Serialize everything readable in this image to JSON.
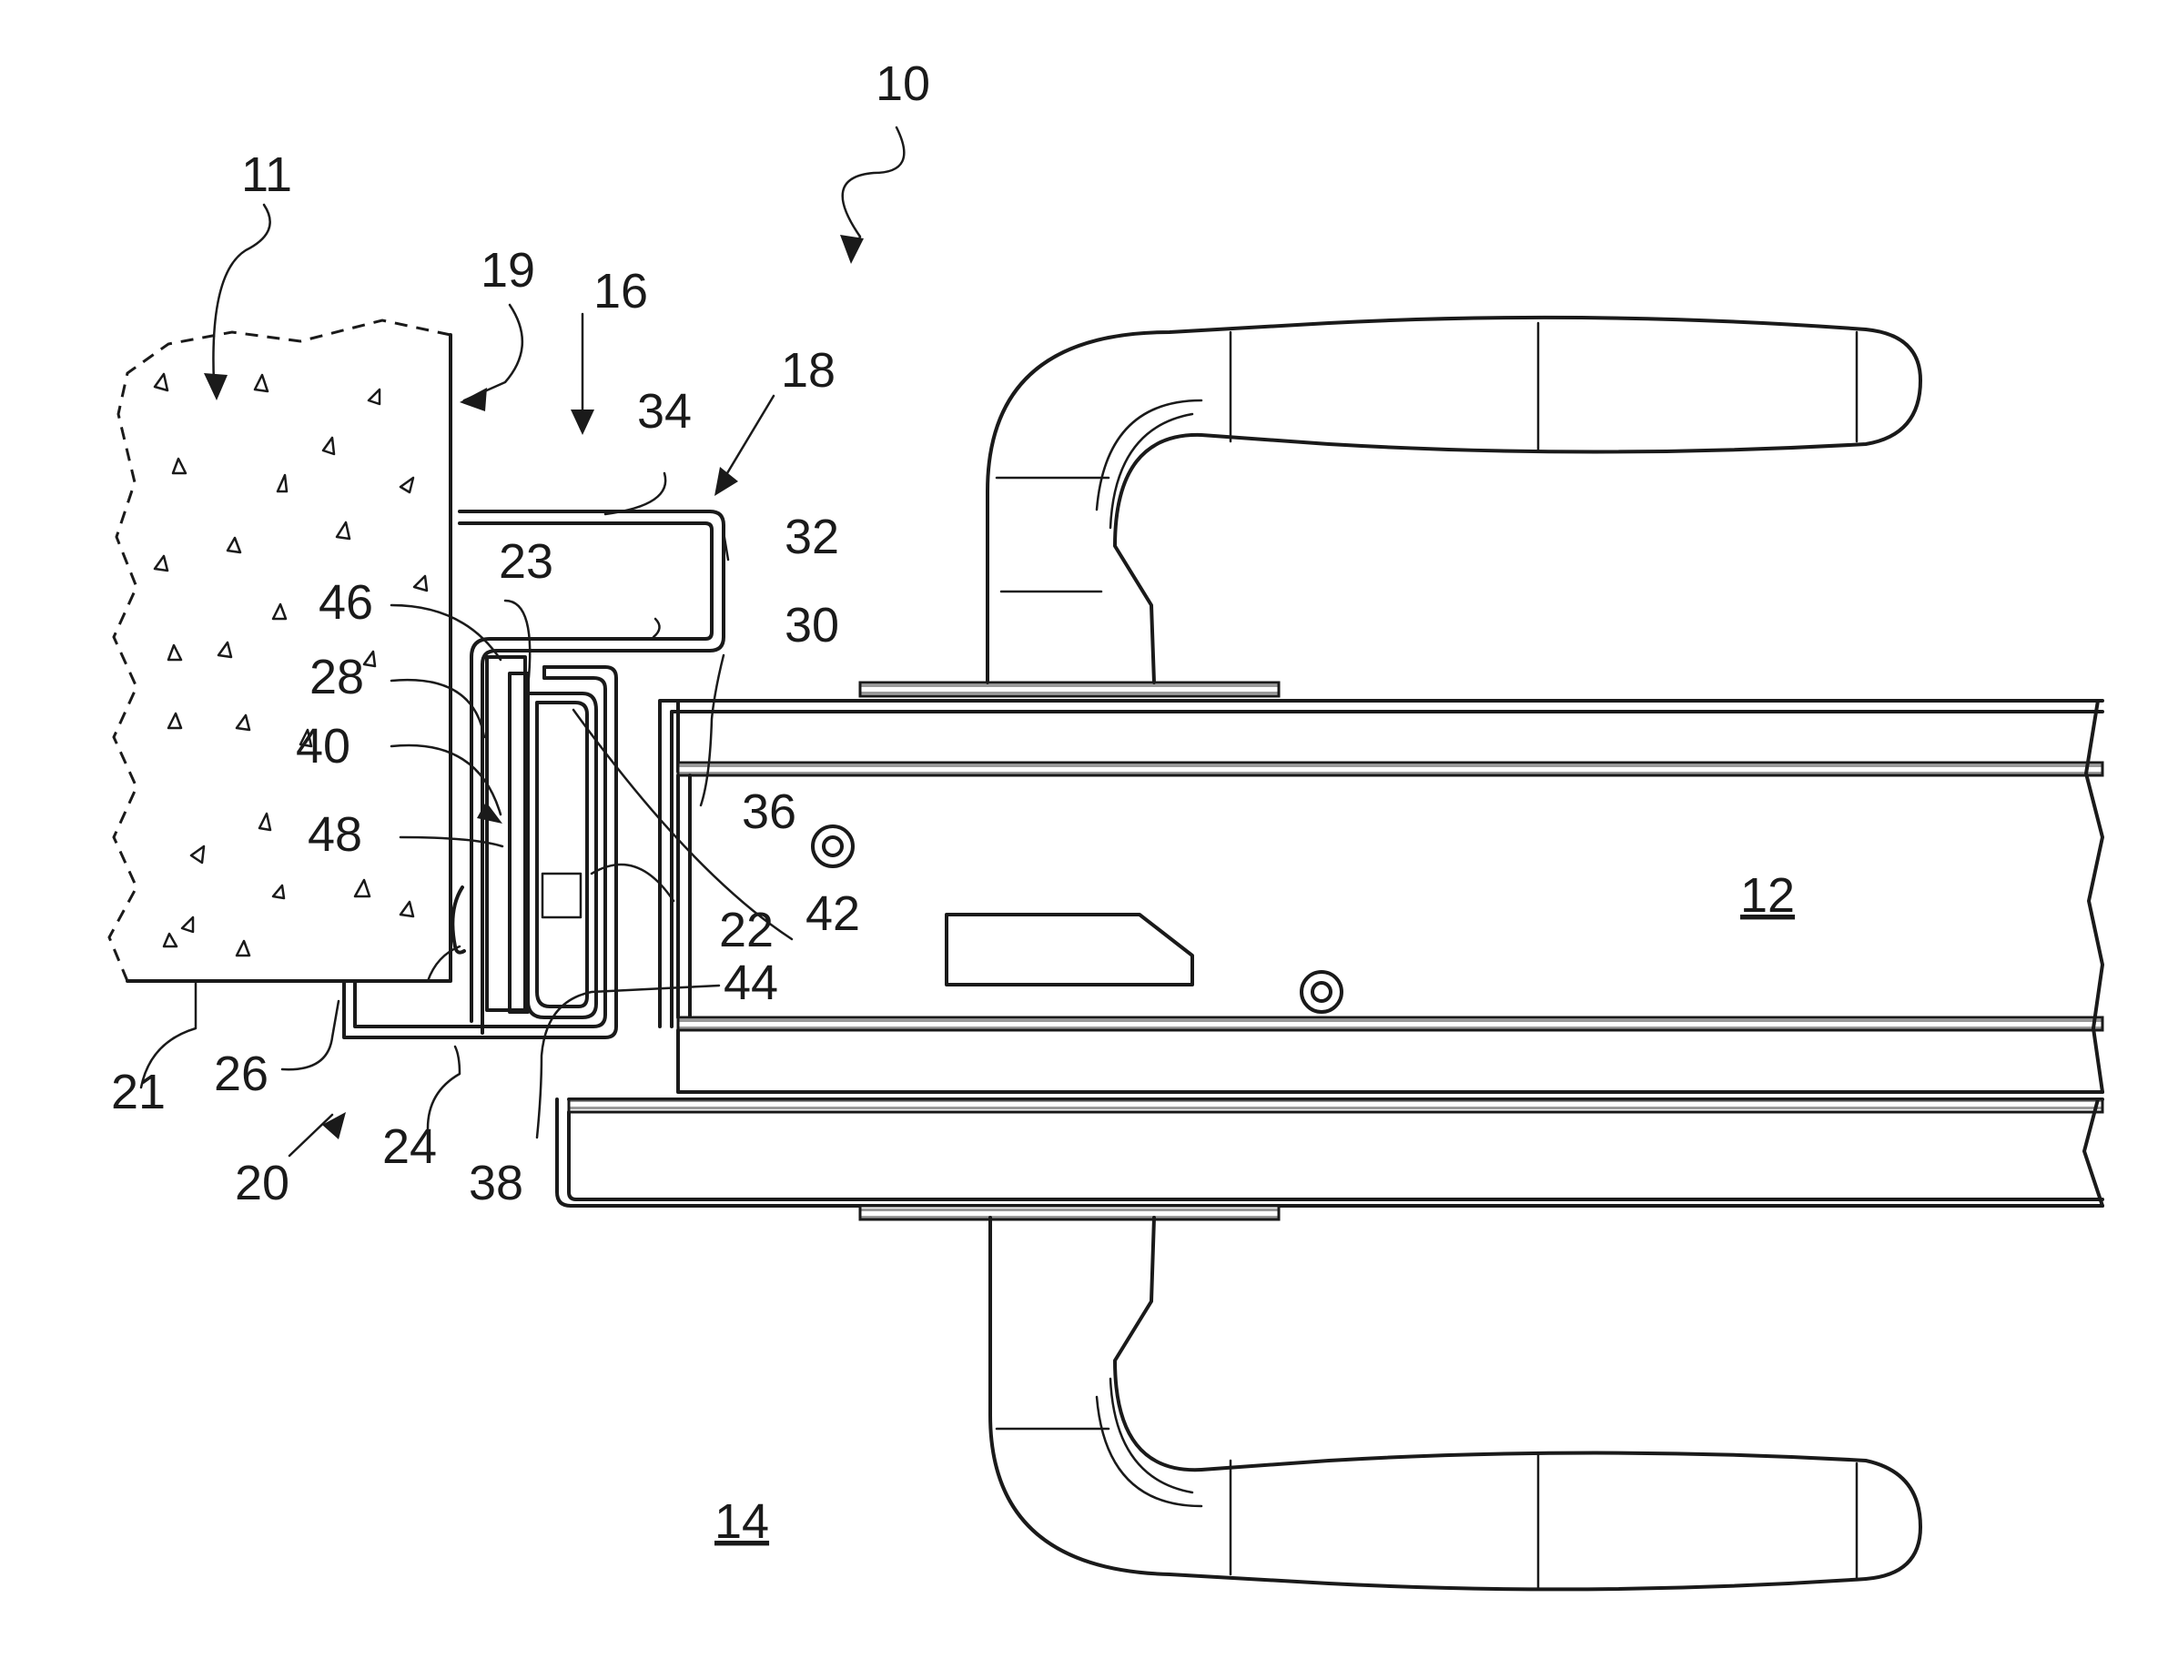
{
  "labels": {
    "l10": "10",
    "l11": "11",
    "l12": "12",
    "l14": "14",
    "l16": "16",
    "l18": "18",
    "l19": "19",
    "l20": "20",
    "l21": "21",
    "l22": "22",
    "l23": "23",
    "l24": "24",
    "l26": "26",
    "l28": "28",
    "l30": "30",
    "l32": "32",
    "l34": "34",
    "l36": "36",
    "l38": "38",
    "l40": "40",
    "l42": "42",
    "l44": "44",
    "l46": "46",
    "l48": "48"
  }
}
